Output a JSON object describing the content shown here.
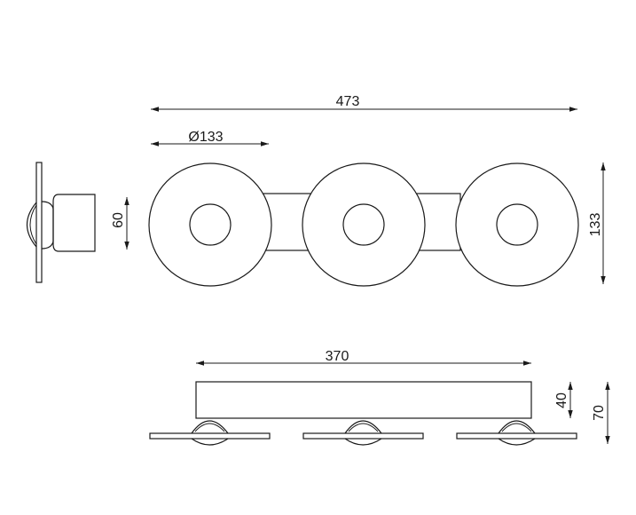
{
  "dimensions": {
    "overall_length": "473",
    "disc_diameter": "Ø133",
    "body_height": "60",
    "disc_height": "133",
    "bar_length": "370",
    "bar_depth": "40",
    "total_depth": "70"
  },
  "colors": {
    "line": "#1a1a1a",
    "background": "#ffffff"
  }
}
